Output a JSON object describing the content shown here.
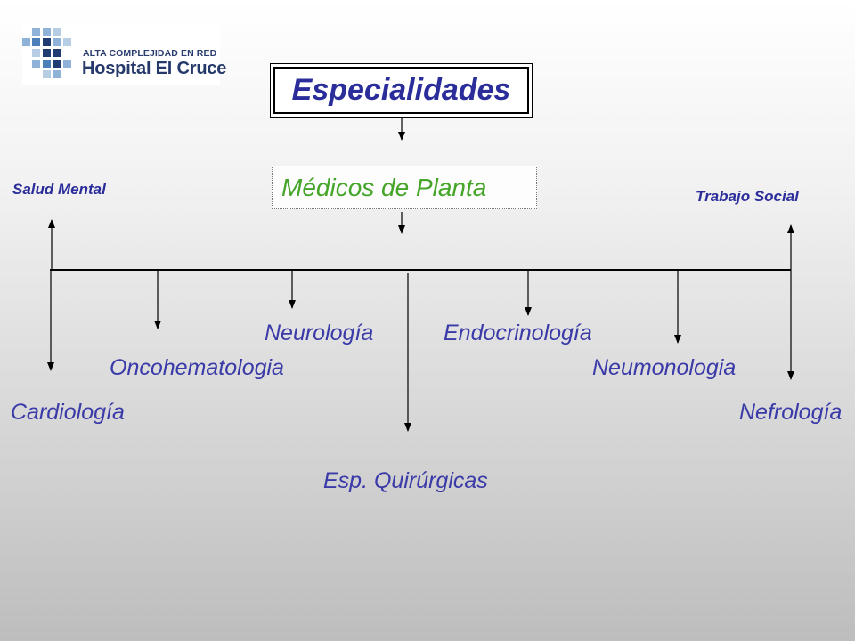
{
  "logo": {
    "tagline": "ALTA COMPLEJIDAD EN RED",
    "name": "Hospital El Cruce",
    "colors": {
      "light": "#7fa7d0",
      "dark": "#1f3d72"
    }
  },
  "title": "Especialidades",
  "sub_node": "Médicos de Planta",
  "side_labels": {
    "left": "Salud Mental",
    "right": "Trabajo Social"
  },
  "specialties": [
    "Neurología",
    "Endocrinología",
    "Oncohematologia",
    "Neumonologia",
    "Cardiología",
    "Nefrología",
    "Esp. Quirúrgicas"
  ],
  "colors": {
    "title": "#2b2e9a",
    "sub_node": "#45a528",
    "labels": "#3a3aa8"
  }
}
